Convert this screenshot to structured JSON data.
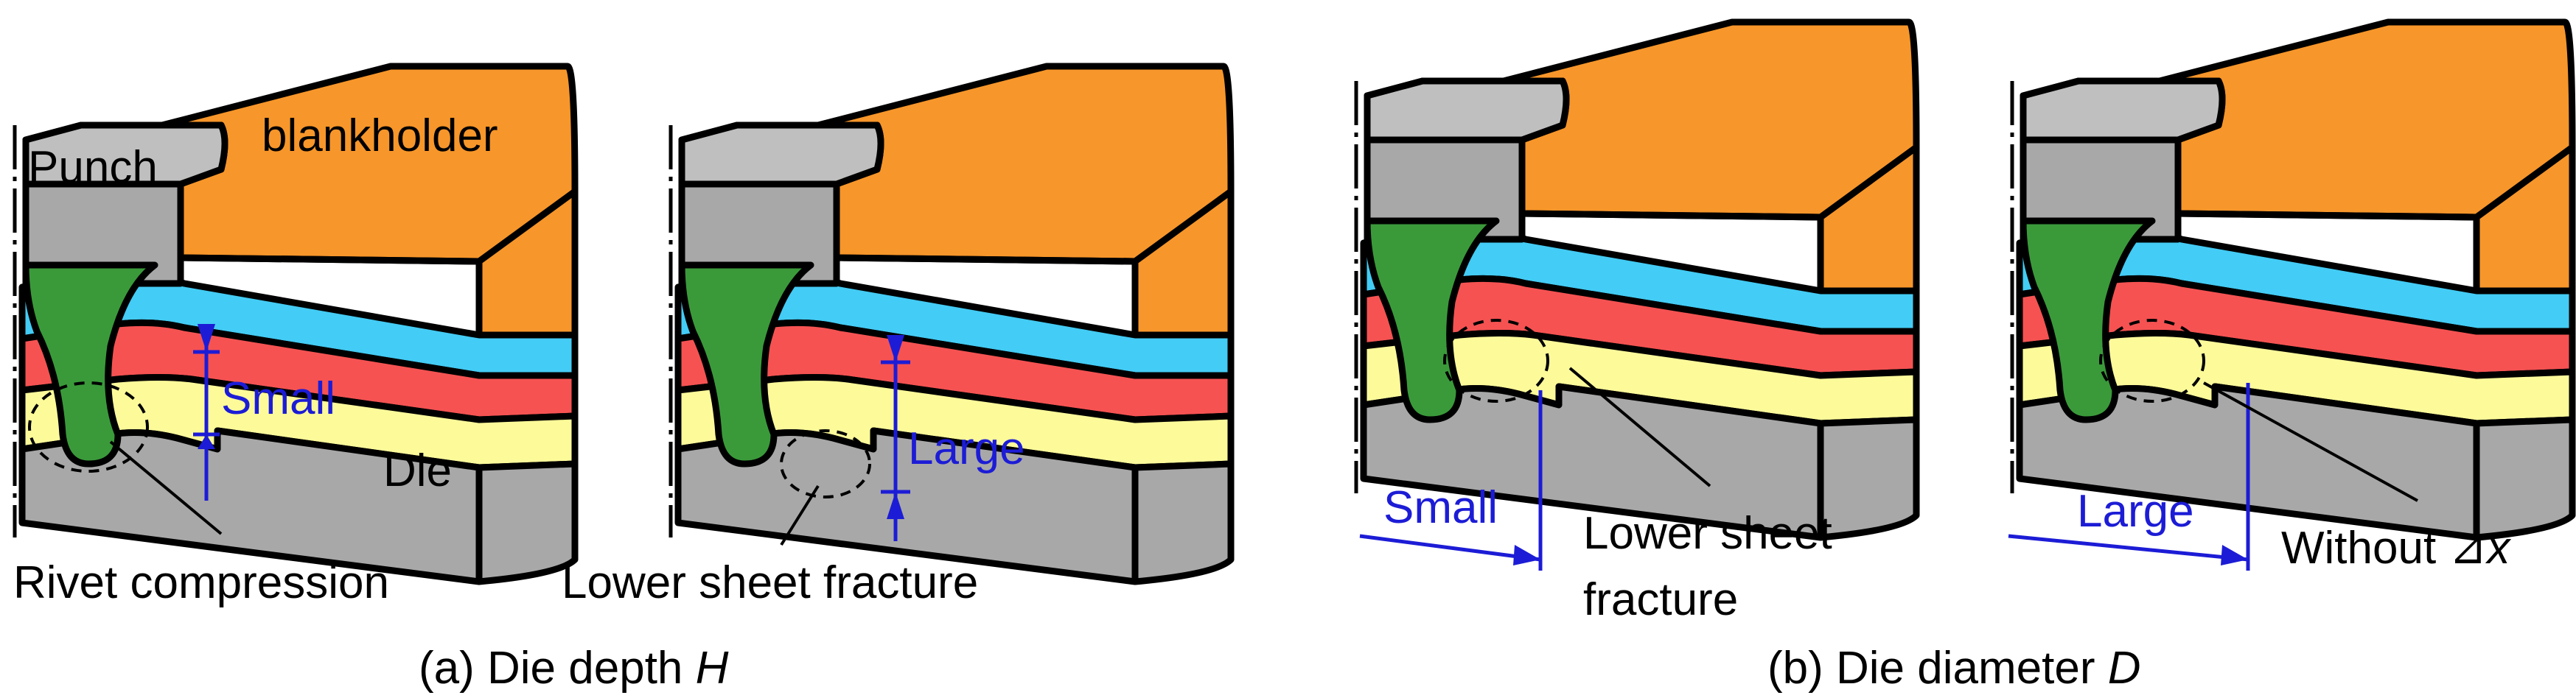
{
  "colors": {
    "blankholder": "#f7962a",
    "punch": "#a8a8a8",
    "rivet": "#3a9a3a",
    "sheet_top": "#43ccf5",
    "sheet_mid": "#f65252",
    "sheet_low": "#fdfa9a",
    "die": "#a8a8a8",
    "annotation": "#1c1cd6"
  },
  "panel_a": {
    "punch_label": "Punch",
    "blankholder_label": "blankholder",
    "die_label": "Die",
    "small_label": "Small",
    "large_label": "Large",
    "rivet_compression_label": "Rivet compression",
    "lower_sheet_fracture_label": "Lower sheet fracture",
    "caption_prefix": "(a) Die depth ",
    "caption_symbol": "H"
  },
  "panel_b": {
    "small_label": "Small",
    "large_label": "Large",
    "fracture_line1": "Lower sheet",
    "fracture_line2": "fracture",
    "without_label": "Without ",
    "without_symbol": "⊿x",
    "caption_prefix": "(b) Die diameter ",
    "caption_symbol": "D"
  }
}
